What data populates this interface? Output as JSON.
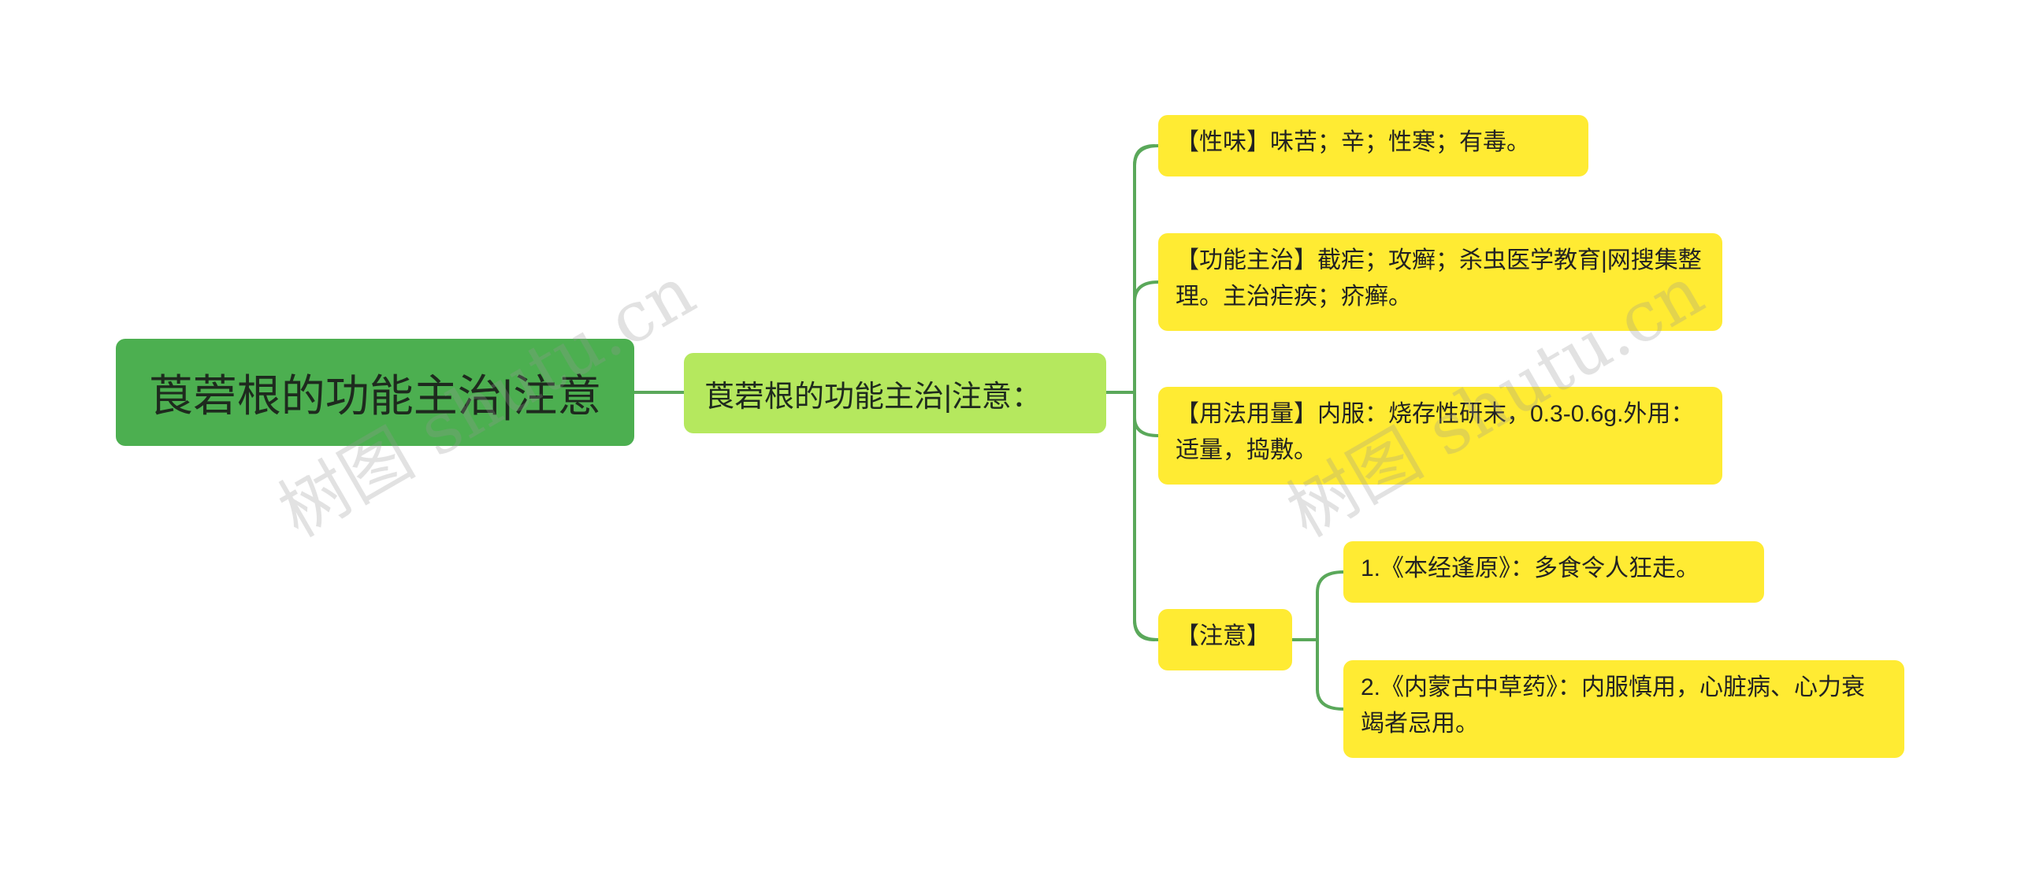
{
  "root": {
    "label": "莨菪根的功能主治|注意"
  },
  "subtopic": {
    "label": "莨菪根的功能主治|注意："
  },
  "items": [
    {
      "text": "【性味】味苦；辛；性寒；有毒。"
    },
    {
      "text": "【功能主治】截疟；攻癣；杀虫医学教育|网搜集整理。主治疟疾；疥癣。"
    },
    {
      "text": "【用法用量】内服：烧存性研末，0.3-0.6g.外用：适量，捣敷。"
    },
    {
      "text": "【注意】",
      "children": [
        {
          "text": "1.《本经逢原》：多食令人狂走。"
        },
        {
          "text": "2.《内蒙古中草药》：内服慎用，心脏病、心力衰竭者忌用。"
        }
      ]
    }
  ],
  "watermark": "树图 shutu.cn",
  "colors": {
    "root_bg": "#4caf50",
    "subtopic_bg": "#b5e85e",
    "leaf_bg": "#ffeb33",
    "connector": "#5aa85a"
  }
}
